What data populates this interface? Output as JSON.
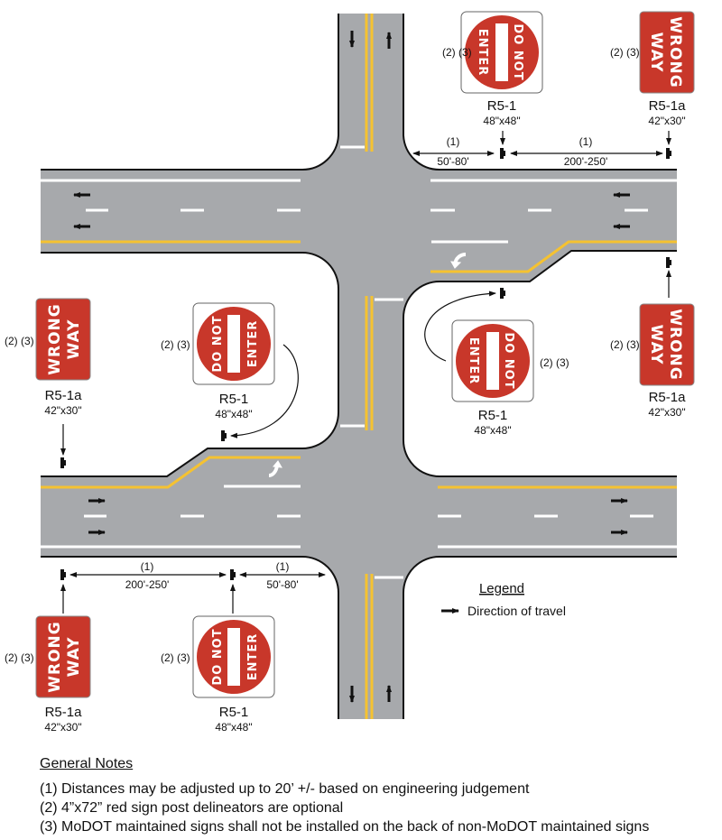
{
  "colors": {
    "road": "#a7a9ac",
    "yellow": "#f5c231",
    "sign_red": "#c8372a",
    "curb": "#111111"
  },
  "sign_text": {
    "dne_line1": "DO NOT",
    "dne_line2": "ENTER",
    "ww_line1": "WRONG",
    "ww_line2": "WAY"
  },
  "placements": [
    {
      "id": "top-center",
      "type": "R5-1",
      "code": "R5-1",
      "size": "48\"x48\"",
      "notes": "(2) (3)"
    },
    {
      "id": "top-right",
      "type": "R5-1a",
      "code": "R5-1a",
      "size": "42\"x30\"",
      "notes": "(2) (3)"
    },
    {
      "id": "left",
      "type": "R5-1a",
      "code": "R5-1a",
      "size": "42\"x30\"",
      "notes": "(2) (3)"
    },
    {
      "id": "mid-left",
      "type": "R5-1",
      "code": "R5-1",
      "size": "48\"x48\"",
      "notes": "(2) (3)"
    },
    {
      "id": "mid-right",
      "type": "R5-1",
      "code": "R5-1",
      "size": "48\"x48\"",
      "notes": "(2) (3)"
    },
    {
      "id": "right",
      "type": "R5-1a",
      "code": "R5-1a",
      "size": "42\"x30\"",
      "notes": "(2) (3)"
    },
    {
      "id": "bottom-left",
      "type": "R5-1a",
      "code": "R5-1a",
      "size": "42\"x30\"",
      "notes": "(2) (3)"
    },
    {
      "id": "bottom-center",
      "type": "R5-1",
      "code": "R5-1",
      "size": "48\"x48\"",
      "notes": "(2) (3)"
    }
  ],
  "dimensions": {
    "top_near": {
      "note": "(1)",
      "range": "50'-80'"
    },
    "top_far": {
      "note": "(1)",
      "range": "200'-250'"
    },
    "bottom_far": {
      "note": "(1)",
      "range": "200'-250'"
    },
    "bottom_near": {
      "note": "(1)",
      "range": "50'-80'"
    }
  },
  "legend": {
    "title": "Legend",
    "items": [
      {
        "icon": "arrow-right-icon",
        "label": "Direction of travel"
      }
    ]
  },
  "general_notes": {
    "title": "General Notes",
    "items": [
      "(1) Distances may be adjusted up to 20’ +/- based on engineering judgement",
      "(2) 4”x72” red sign post delineators are optional",
      "(3) MoDOT maintained signs shall not be installed on the back of non-MoDOT maintained signs"
    ]
  }
}
